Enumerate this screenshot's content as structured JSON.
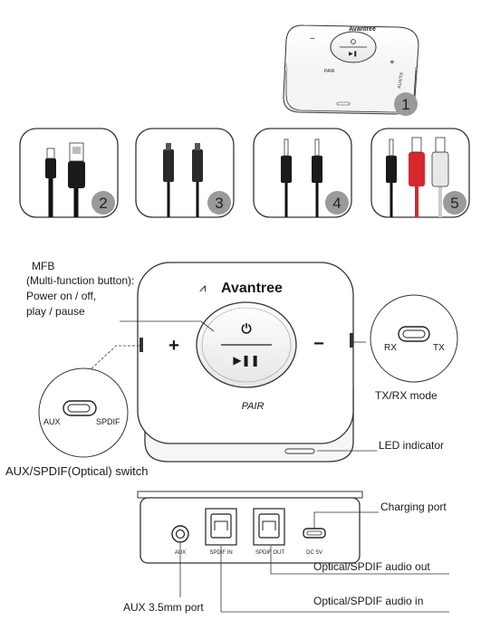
{
  "brand": "Avantree",
  "top_device": {
    "pair_text": "PAIR",
    "side_text": "AUX/TX",
    "number": "1"
  },
  "accessories": [
    {
      "number": "2"
    },
    {
      "number": "3"
    },
    {
      "number": "4"
    },
    {
      "number": "5"
    }
  ],
  "main_device": {
    "plus": "+",
    "minus": "−",
    "pair_text": "PAIR",
    "mfb_label_1": "MFB",
    "mfb_label_2": "(Multi-function button):",
    "mfb_label_3": "Power on / off,",
    "mfb_label_4": "play / pause",
    "rx_label": "RX",
    "tx_label": "TX",
    "txrx_caption": "TX/RX mode",
    "aux_label": "AUX",
    "spdif_label": "SPDIF",
    "switch_caption": "AUX/SPDIF(Optical) switch",
    "led_caption": "LED indicator"
  },
  "back_panel": {
    "aux": "AUX",
    "spdif_in": "SPDIF IN",
    "spdif_out": "SPDIF OUT",
    "dc": "DC 5V",
    "charging_caption": "Charging port",
    "optical_out_caption": "Optical/SPDIF audio out",
    "optical_in_caption": "Optical/SPDIF audio in",
    "aux_caption": "AUX 3.5mm port"
  },
  "colors": {
    "line": "#1a1a1a",
    "red_plug": "#d8262e",
    "device_body": "#ffffff",
    "gray_badge": "#9a9a9a"
  }
}
